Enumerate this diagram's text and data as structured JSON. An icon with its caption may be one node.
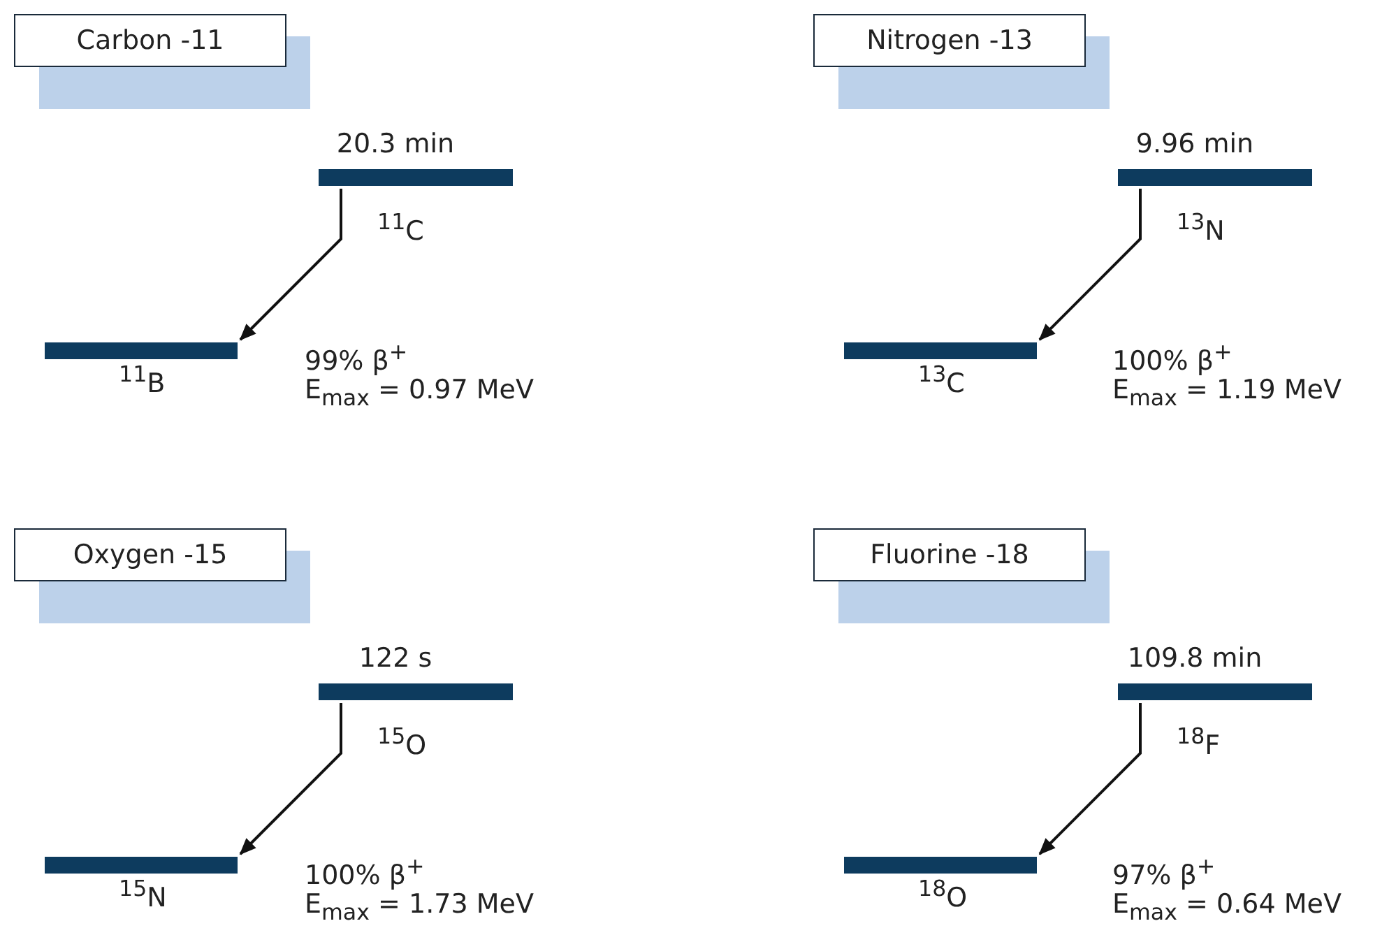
{
  "diagram": {
    "nodes": [
      {
        "text": [
          "Carbon -11"
        ]
      },
      {
        "text": [],
        "shape": "bar",
        "beside": [
          "20.3 min",
          "$^{11}$C"
        ]
      },
      {
        "text": [],
        "shape": "bar",
        "beside": [
          "$^{11}$B"
        ]
      },
      {
        "text": [
          "Nitrogen -13"
        ]
      },
      {
        "text": [],
        "shape": "bar",
        "beside": [
          "9.96 min",
          "$^{13}$N"
        ]
      },
      {
        "text": [],
        "shape": "bar",
        "beside": [
          "$^{13}$C"
        ]
      },
      {
        "text": [
          "Oxygen -15"
        ]
      },
      {
        "text": [],
        "shape": "bar",
        "beside": [
          "122 s",
          "$^{15}$O"
        ]
      },
      {
        "text": [],
        "shape": "bar",
        "beside": [
          "$^{15}$N"
        ]
      },
      {
        "text": [
          "Fluorine -18"
        ]
      },
      {
        "text": [],
        "shape": "bar",
        "beside": [
          "109.8 min",
          "$^{18}$F"
        ]
      },
      {
        "text": [],
        "shape": "bar",
        "beside": [
          "$^{18}$O"
        ]
      }
    ],
    "edges": [
      {
        "from": 1,
        "to": 2,
        "arrow": "to"
      },
      {
        "from": 4,
        "to": 5,
        "arrow": "to"
      },
      {
        "from": 7,
        "to": 8,
        "arrow": "to"
      },
      {
        "from": 10,
        "to": 11,
        "arrow": "to"
      }
    ],
    "labels": [
      "99% β$^{+}$",
      "E$_{max}$ = 0.97 MeV",
      "100% β$^{+}$",
      "E$_{max}$ = 1.19 MeV",
      "100% β$^{+}$",
      "E$_{max}$ = 1.73 MeV",
      "97% β$^{+}$",
      "E$_{max}$ = 0.64 MeV"
    ]
  }
}
